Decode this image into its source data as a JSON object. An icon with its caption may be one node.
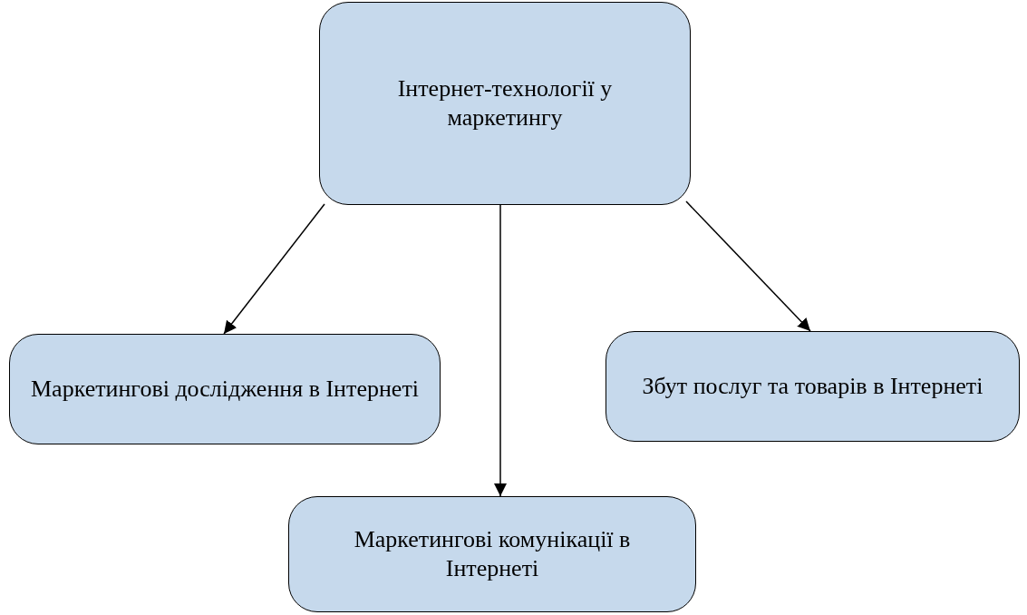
{
  "diagram": {
    "nodes": [
      {
        "text": [
          "Інтернет-технології у маркетингу"
        ]
      },
      {
        "text": [
          "Маркетингові дослідження в Інтернеті"
        ]
      },
      {
        "text": [
          "Збут послуг та товарів в Інтернеті"
        ]
      },
      {
        "text": [
          "Маркетингові комунікації в Інтернеті"
        ]
      }
    ],
    "edges": [
      {
        "from": 0,
        "to": 1,
        "arrow": "to"
      },
      {
        "from": 0,
        "to": 3,
        "arrow": "to"
      },
      {
        "from": 0,
        "to": 2,
        "arrow": "to"
      }
    ]
  }
}
